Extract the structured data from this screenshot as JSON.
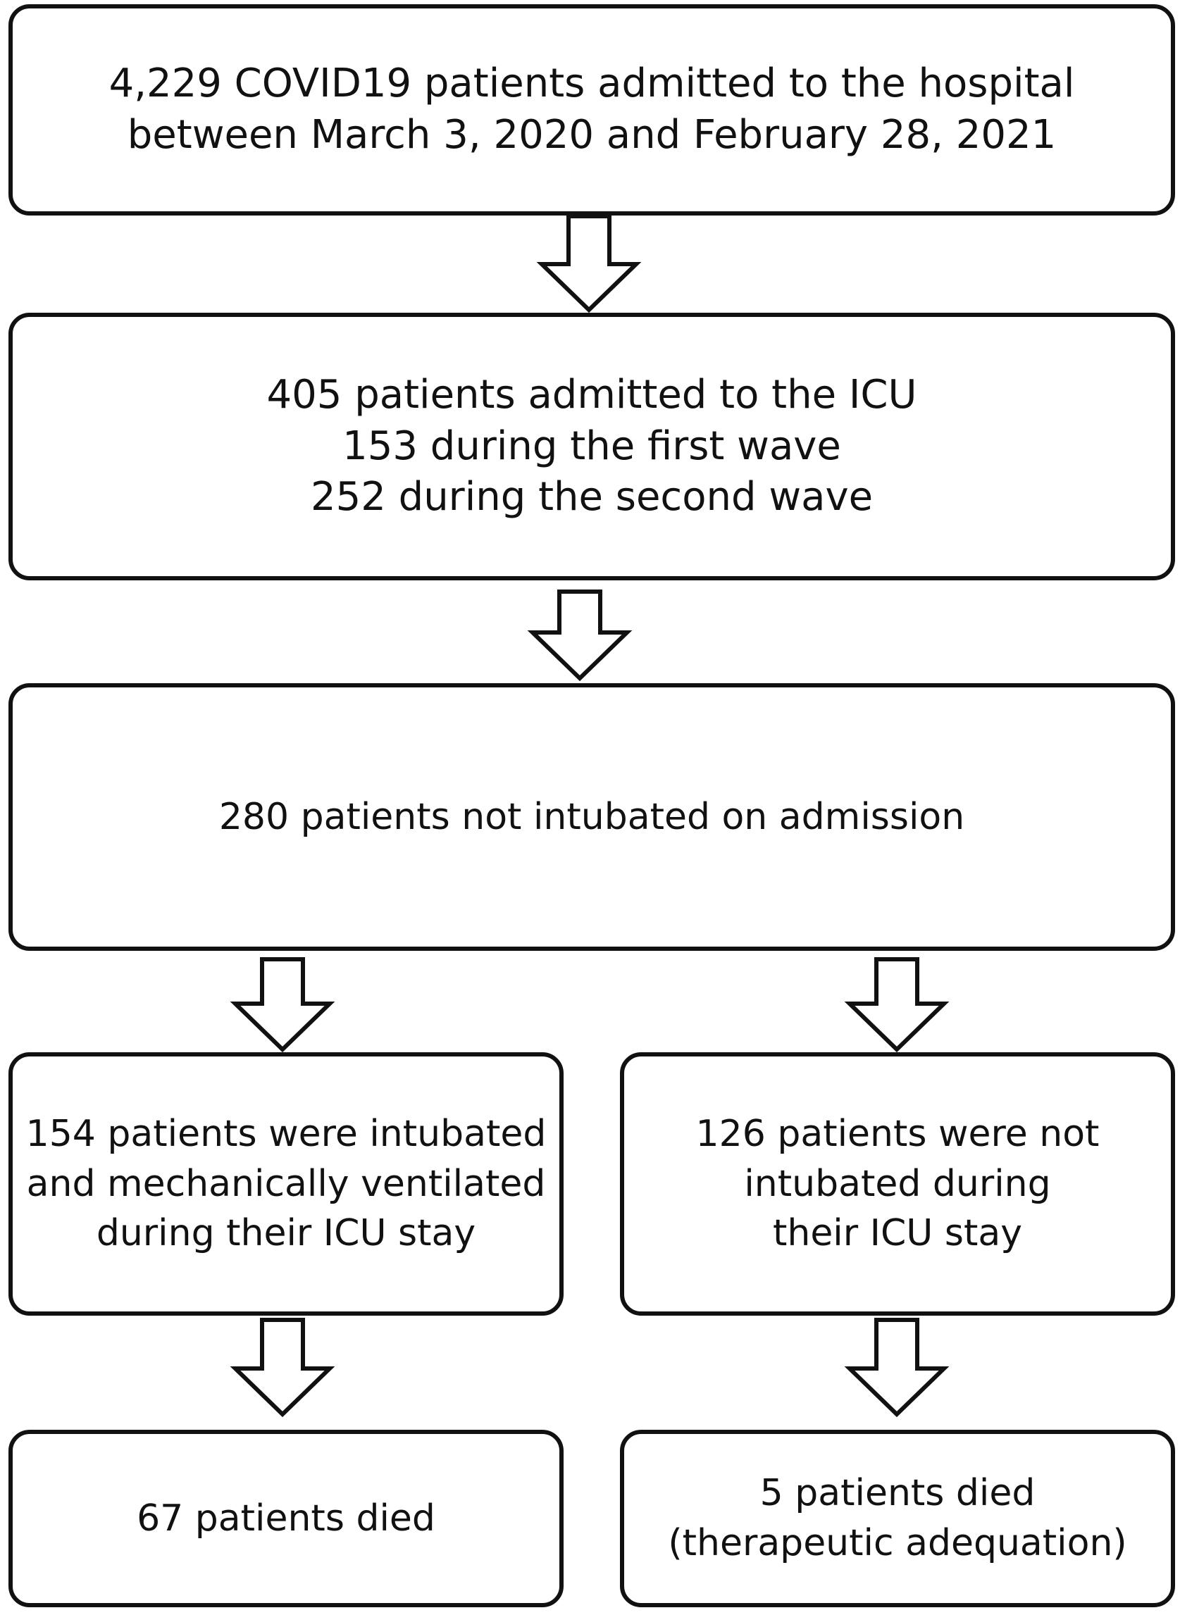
{
  "boxes": {
    "admitted": {
      "lines": [
        "4,229 COVID19 patients admitted to the hospital",
        "between March 3, 2020 and February 28, 2021"
      ]
    },
    "icu": {
      "lines": [
        "405 patients admitted to the ICU",
        "153 during the first wave",
        "252 during the second wave"
      ]
    },
    "not_intubated_admission": {
      "lines": [
        "280 patients not intubated on admission"
      ]
    },
    "intubated": {
      "lines": [
        "154 patients were intubated",
        "and mechanically ventilated",
        "during their ICU stay"
      ]
    },
    "not_intubated_stay": {
      "lines": [
        "126 patients were not",
        "intubated during",
        "their ICU stay"
      ]
    },
    "died_intubated": {
      "lines": [
        "67 patients died"
      ]
    },
    "died_not_intubated": {
      "lines": [
        "5 patients died",
        "(therapeutic adequation)"
      ]
    }
  }
}
